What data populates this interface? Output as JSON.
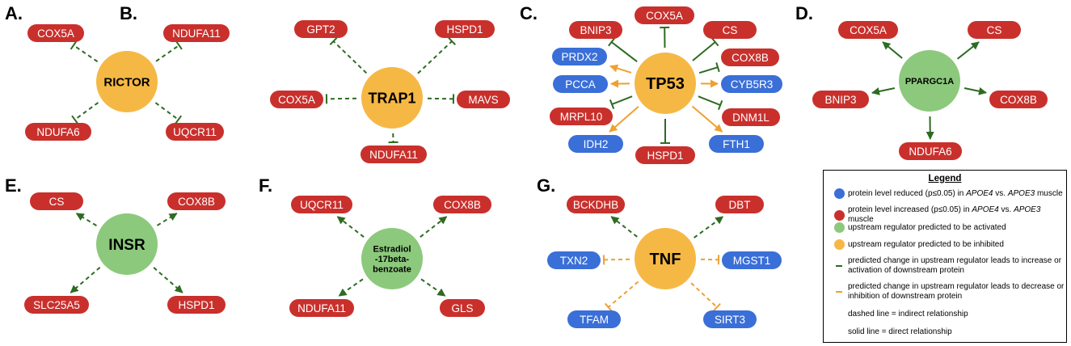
{
  "colors": {
    "increased": "#c9302c",
    "reduced": "#3a6fd8",
    "activated": "#8cc97c",
    "inhibited": "#f6b845",
    "green_edge": "#2e6b22",
    "orange_edge": "#f0a030"
  },
  "panels": [
    {
      "id": "A",
      "label": "A.",
      "hub": "RICTOR",
      "hub_state": "inhibited",
      "targets": [
        {
          "label": "COX5A",
          "level": "increased",
          "relation": "inhibition",
          "line": "dashed"
        },
        {
          "label": "NDUFA11",
          "level": "increased",
          "relation": "inhibition",
          "line": "dashed"
        },
        {
          "label": "NDUFA6",
          "level": "increased",
          "relation": "inhibition",
          "line": "dashed"
        },
        {
          "label": "UQCR11",
          "level": "increased",
          "relation": "inhibition",
          "line": "dashed"
        }
      ]
    },
    {
      "id": "B",
      "label": "B.",
      "hub": "TRAP1",
      "hub_state": "inhibited",
      "targets": [
        {
          "label": "GPT2",
          "level": "increased",
          "relation": "inhibition",
          "line": "dashed"
        },
        {
          "label": "HSPD1",
          "level": "increased",
          "relation": "inhibition",
          "line": "dashed"
        },
        {
          "label": "COX5A",
          "level": "increased",
          "relation": "inhibition",
          "line": "dashed"
        },
        {
          "label": "MAVS",
          "level": "increased",
          "relation": "inhibition",
          "line": "dashed"
        },
        {
          "label": "NDUFA11",
          "level": "increased",
          "relation": "inhibition",
          "line": "dashed"
        }
      ]
    },
    {
      "id": "C",
      "label": "C.",
      "hub": "TP53",
      "hub_state": "inhibited",
      "targets": [
        {
          "label": "BNIP3",
          "level": "increased",
          "relation": "inhibition",
          "line": "solid"
        },
        {
          "label": "COX5A",
          "level": "increased",
          "relation": "inhibition",
          "line": "solid"
        },
        {
          "label": "CS",
          "level": "increased",
          "relation": "inhibition",
          "line": "solid"
        },
        {
          "label": "PRDX2",
          "level": "reduced",
          "relation": "decrease",
          "line": "solid"
        },
        {
          "label": "COX8B",
          "level": "increased",
          "relation": "inhibition",
          "line": "solid"
        },
        {
          "label": "PCCA",
          "level": "reduced",
          "relation": "decrease",
          "line": "solid"
        },
        {
          "label": "CYB5R3",
          "level": "reduced",
          "relation": "decrease",
          "line": "solid"
        },
        {
          "label": "MRPL10",
          "level": "increased",
          "relation": "inhibition",
          "line": "solid"
        },
        {
          "label": "DNM1L",
          "level": "increased",
          "relation": "inhibition",
          "line": "solid"
        },
        {
          "label": "IDH2",
          "level": "reduced",
          "relation": "decrease",
          "line": "solid"
        },
        {
          "label": "HSPD1",
          "level": "increased",
          "relation": "inhibition",
          "line": "solid"
        },
        {
          "label": "FTH1",
          "level": "reduced",
          "relation": "decrease",
          "line": "solid"
        }
      ]
    },
    {
      "id": "D",
      "label": "D.",
      "hub": "PPARGC1A",
      "hub_state": "activated",
      "targets": [
        {
          "label": "COX5A",
          "level": "increased",
          "relation": "increase",
          "line": "solid"
        },
        {
          "label": "CS",
          "level": "increased",
          "relation": "increase",
          "line": "solid"
        },
        {
          "label": "BNIP3",
          "level": "increased",
          "relation": "increase",
          "line": "solid"
        },
        {
          "label": "COX8B",
          "level": "increased",
          "relation": "increase",
          "line": "solid"
        },
        {
          "label": "NDUFA6",
          "level": "increased",
          "relation": "increase",
          "line": "solid"
        }
      ]
    },
    {
      "id": "E",
      "label": "E.",
      "hub": "INSR",
      "hub_state": "activated",
      "targets": [
        {
          "label": "CS",
          "level": "increased",
          "relation": "increase",
          "line": "dashed"
        },
        {
          "label": "COX8B",
          "level": "increased",
          "relation": "increase",
          "line": "dashed"
        },
        {
          "label": "SLC25A5",
          "level": "increased",
          "relation": "increase",
          "line": "dashed"
        },
        {
          "label": "HSPD1",
          "level": "increased",
          "relation": "increase",
          "line": "dashed"
        }
      ]
    },
    {
      "id": "F",
      "label": "F.",
      "hub": "Estradiol\n-17beta-\nbenzoate",
      "hub_state": "activated",
      "targets": [
        {
          "label": "UQCR11",
          "level": "increased",
          "relation": "increase",
          "line": "dashed"
        },
        {
          "label": "COX8B",
          "level": "increased",
          "relation": "increase",
          "line": "dashed"
        },
        {
          "label": "NDUFA11",
          "level": "increased",
          "relation": "increase",
          "line": "dashed"
        },
        {
          "label": "GLS",
          "level": "increased",
          "relation": "increase",
          "line": "dashed"
        }
      ]
    },
    {
      "id": "G",
      "label": "G.",
      "hub": "TNF",
      "hub_state": "inhibited",
      "targets": [
        {
          "label": "BCKDHB",
          "level": "increased",
          "relation": "increase",
          "line": "dashed"
        },
        {
          "label": "DBT",
          "level": "increased",
          "relation": "increase",
          "line": "dashed"
        },
        {
          "label": "TXN2",
          "level": "reduced",
          "relation": "decrease",
          "line": "dashed"
        },
        {
          "label": "MGST1",
          "level": "reduced",
          "relation": "decrease",
          "line": "dashed"
        },
        {
          "label": "TFAM",
          "level": "reduced",
          "relation": "decrease",
          "line": "dashed"
        },
        {
          "label": "SIRT3",
          "level": "reduced",
          "relation": "decrease",
          "line": "dashed"
        }
      ]
    }
  ],
  "legend": {
    "title": "Legend",
    "reduced": {
      "pre": "protein level reduced (p≤0.05) in ",
      "em1": "APOE4",
      "mid": " vs. ",
      "em2": "APOE3",
      "post": " muscle"
    },
    "increased": {
      "pre": "protein level increased (p≤0.05) in ",
      "em1": "APOE4",
      "mid": " vs. ",
      "em2": "APOE3",
      "post": " muscle"
    },
    "activated": "upstream regulator predicted to be activated",
    "inhibited": "upstream regulator predicted to be inhibited",
    "green_line": "predicted change in upstream regulator leads to increase or activation of downstream protein",
    "orange_line": "predicted change in upstream regulator leads to decrease or inhibition of downstream protein",
    "dashed": "dashed line = indirect relationship",
    "solid": "solid line = direct relationship"
  }
}
